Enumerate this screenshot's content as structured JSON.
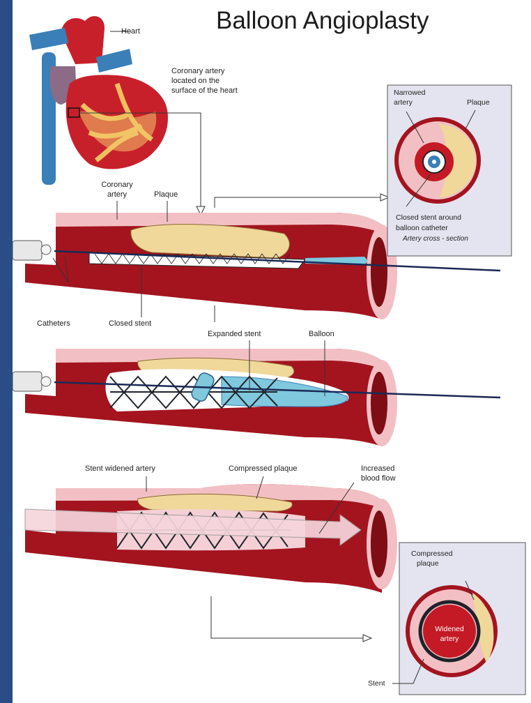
{
  "title": "Balloon Angioplasty",
  "labels": {
    "heart": "Heart",
    "coronary_located_1": "Coronary artery",
    "coronary_located_2": "located on the",
    "coronary_located_3": "surface of the heart",
    "coronary_artery_1": "Coronary",
    "coronary_artery_2": "artery",
    "plaque_top": "Plaque",
    "catheters": "Catheters",
    "closed_stent": "Closed stent",
    "expanded_stent": "Expanded stent",
    "balloon": "Balloon",
    "stent_widened_artery": "Stent widened artery",
    "compressed_plaque": "Compressed plaque",
    "increased_1": "Increased",
    "increased_2": "blood flow"
  },
  "cross_section_top": {
    "narrowed_1": "Narrowed",
    "narrowed_2": "artery",
    "plaque": "Plaque",
    "closed_stent_1": "Closed stent around",
    "closed_stent_2": "balloon catheter",
    "caption": "Artery cross - section"
  },
  "cross_section_bottom": {
    "compressed_1": "Compressed",
    "compressed_2": "plaque",
    "widened_1": "Widened",
    "widened_2": "artery",
    "stent": "Stent"
  },
  "colors": {
    "border": "#2b4d85",
    "artery_dark": "#a3141f",
    "artery_light": "#f2c0c4",
    "plaque": "#f0d89a",
    "balloon": "#7fc8de",
    "heart_red": "#c8202b",
    "vessel_blue": "#3a7fb8"
  }
}
